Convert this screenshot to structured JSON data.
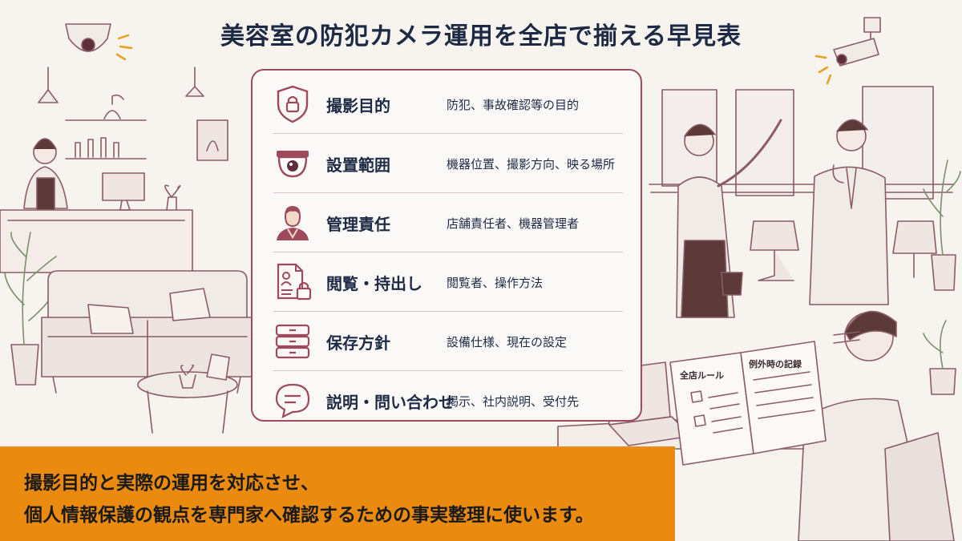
{
  "title": "美容室の防犯カメラ運用を全店で揃える早見表",
  "rows": [
    {
      "icon": "shield-lock-icon",
      "label": "撮影目的",
      "desc": "防犯、事故確認等の目的"
    },
    {
      "icon": "dome-camera-icon",
      "label": "設置範囲",
      "desc": "機器位置、撮影方向、映る場所"
    },
    {
      "icon": "person-icon",
      "label": "管理責任",
      "desc": "店舗責任者、機器管理者"
    },
    {
      "icon": "document-lock-icon",
      "label": "閲覧・持出し",
      "desc": "閲覧者、操作方法"
    },
    {
      "icon": "storage-icon",
      "label": "保存方針",
      "desc": "設備仕様、現在の設定"
    },
    {
      "icon": "speech-bubble-icon",
      "label": "説明・問い合わせ",
      "desc": "掲示、社内説明、受付先"
    }
  ],
  "banner": {
    "line1": "撮影目的と実際の運用を対応させ、",
    "line2": "個人情報保護の観点を専門家へ確認するための事実整理に使います。"
  },
  "book": {
    "left_heading": "全店ルール",
    "right_heading": "例外時の記録"
  },
  "colors": {
    "accent": "#9e4a5c",
    "title": "#1e2a44",
    "banner": "#ea8b10",
    "background": "#f7f3ef"
  }
}
